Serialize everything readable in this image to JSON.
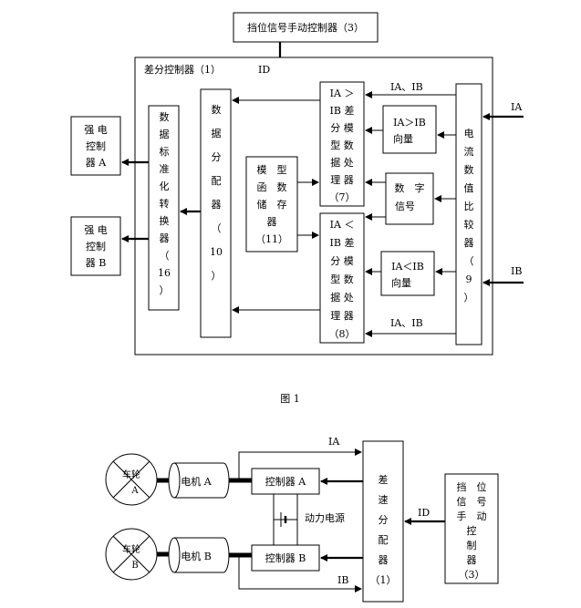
{
  "fig1": {
    "caption": "图 1",
    "manual_ctrl": "挡位信号手动控制器（3）",
    "diff_ctrl": "差分控制器（1）",
    "id_label": "ID",
    "strong_a": [
      "强 电",
      "控制",
      "器 A"
    ],
    "strong_b": [
      "强 电",
      "控制",
      "器 B"
    ],
    "std_conv": [
      "数",
      "据",
      "标",
      "准",
      "化",
      "转",
      "换",
      "器",
      "（",
      "16",
      "）"
    ],
    "distributor": [
      "数",
      "据",
      "分",
      "配",
      "器",
      "（",
      "10",
      "）"
    ],
    "model_store": [
      "模　型",
      "函　数",
      "储　存",
      "器",
      "（11）"
    ],
    "proc7": [
      "IA ＞",
      "IB 差",
      "分 模",
      "型 数",
      "据 处",
      "理 器",
      "（7）"
    ],
    "proc8": [
      "IA ＜",
      "IB 差",
      "分 模",
      "型 数",
      "据 处",
      "理 器",
      "（8）"
    ],
    "vec_gt": [
      "IA＞IB",
      "向量"
    ],
    "vec_lt": [
      "IA＜IB",
      "向量"
    ],
    "digital": [
      "数　字",
      "信号"
    ],
    "comparator": [
      "电",
      "流",
      "数",
      "值",
      "比",
      "较",
      "器",
      "（",
      "9",
      "）"
    ],
    "ia_ib_top": "IA、IB",
    "ia_ib_bottom": "IA、IB",
    "ia_in": "IA",
    "ib_in": "IB"
  },
  "fig2": {
    "wheel_a": [
      "车轮",
      "A"
    ],
    "wheel_b": [
      "车轮",
      "B"
    ],
    "motor_a": "电机 A",
    "motor_b": "电机 B",
    "ctrl_a": "控制器 A",
    "ctrl_b": "控制器 B",
    "power": "动力电源",
    "diff_dist": [
      "差",
      "速",
      "分",
      "配",
      "器",
      "（1）"
    ],
    "manual": [
      "挡　位",
      "信　号",
      "手　动",
      "控",
      "制",
      "器",
      "（3）"
    ],
    "ia": "IA",
    "ib": "IB",
    "id": "ID"
  }
}
